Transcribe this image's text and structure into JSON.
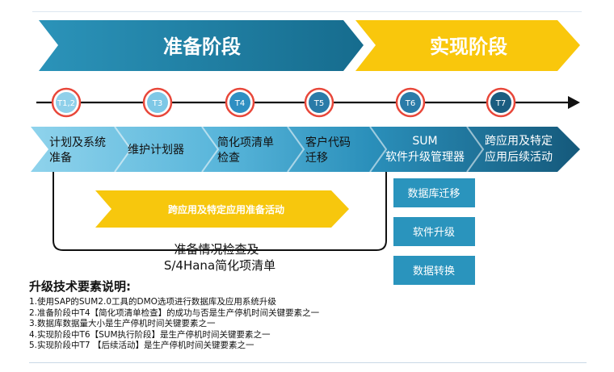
{
  "colors": {
    "teal_dark": "#1a6e8e",
    "teal_mid": "#2b8fb6",
    "teal_light": "#7fcbe6",
    "yellow": "#f9c70c",
    "node_red": "#e8473a",
    "node_blue": "#2b87bf",
    "node_navy": "#1a5d80",
    "sub_box": "#2a94bd",
    "ribbon": "#f7c70d"
  },
  "phases": {
    "prep": "准备阶段",
    "impl": "实现阶段"
  },
  "nodes": [
    {
      "label": "T1,2",
      "style": "light"
    },
    {
      "label": "T3",
      "style": "light"
    },
    {
      "label": "T4",
      "style": "mid"
    },
    {
      "label": "T5",
      "style": "dark"
    },
    {
      "label": "T6",
      "style": "dark"
    },
    {
      "label": "T7",
      "style": "navy"
    }
  ],
  "steps": [
    {
      "lines": [
        "计划及系统",
        "准备"
      ]
    },
    {
      "lines": [
        "维护计划器"
      ]
    },
    {
      "lines": [
        "简化项清单",
        "检查"
      ]
    },
    {
      "lines": [
        "客户代码",
        "迁移"
      ]
    },
    {
      "lines": [
        "SUM",
        "软件升级管理器"
      ]
    },
    {
      "lines": [
        "跨应用及特定",
        "应用后续活动"
      ]
    }
  ],
  "sub_boxes": [
    "数据库迁移",
    "软件升级",
    "数据转换"
  ],
  "ribbon_label": "跨应用及特定应用准备活动",
  "bracket_label": [
    "准备情况检查及",
    "S/4Hana简化项清单"
  ],
  "notes": {
    "title": "升级技术要素说明:",
    "items": [
      "1.使用SAP的SUM2.0工具的DMO选项进行数据库及应用系统升级",
      "2.准备阶段中T4【简化项清单检查】的成功与否是生产停机时间关键要素之一",
      "3.数据库数据量大小是生产停机时间关键要素之一",
      "4.实现阶段中T6【SUM执行阶段】是生产停机时间关键要素之一",
      "5.实现阶段中T7 【后续活动】是生产停机时间关键要素之一"
    ]
  }
}
